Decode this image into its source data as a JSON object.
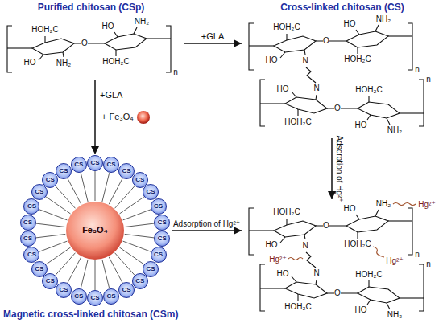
{
  "diagram": {
    "nodes": [
      {
        "text": [
          "Purified chitosan (CSp)",
          "HOH₂C",
          "HO",
          "NH₂",
          "O",
          "HO",
          "NH₂",
          "HOH₂C",
          "n"
        ]
      },
      {
        "text": [
          "Cross-linked chitosan (CS)",
          "HOH₂C",
          "HO",
          "N",
          "O",
          "HO",
          "NH₂",
          "HOH₂C",
          "n",
          "HOH₂C",
          "HO",
          "N",
          "O",
          "HO",
          "NH₂",
          "HOH₂C",
          "n"
        ]
      },
      {
        "text": [
          "Magnetic cross-linked chitosan (CSm)"
        ]
      },
      {
        "text": [
          "Fe₃O₄"
        ],
        "in": 2
      },
      {
        "text": [
          "CS"
        ],
        "in": 2
      },
      {
        "text": [
          "CS"
        ],
        "in": 2
      },
      {
        "text": [
          "CS"
        ],
        "in": 2
      },
      {
        "text": [
          "CS"
        ],
        "in": 2
      },
      {
        "text": [
          "CS"
        ],
        "in": 2
      },
      {
        "text": [
          "CS"
        ],
        "in": 2
      },
      {
        "text": [
          "CS"
        ],
        "in": 2
      },
      {
        "text": [
          "CS"
        ],
        "in": 2
      },
      {
        "text": [
          "CS"
        ],
        "in": 2
      },
      {
        "text": [
          "CS"
        ],
        "in": 2
      },
      {
        "text": [
          "CS"
        ],
        "in": 2
      },
      {
        "text": [
          "CS"
        ],
        "in": 2
      },
      {
        "text": [
          "CS"
        ],
        "in": 2
      },
      {
        "text": [
          "CS"
        ],
        "in": 2
      },
      {
        "text": [
          "CS"
        ],
        "in": 2
      },
      {
        "text": [
          "CS"
        ],
        "in": 2
      },
      {
        "text": [
          "CS"
        ],
        "in": 2
      },
      {
        "text": [
          "CS"
        ],
        "in": 2
      },
      {
        "text": [
          "CS"
        ],
        "in": 2
      },
      {
        "text": [
          "CS"
        ],
        "in": 2
      },
      {
        "text": [
          "CS"
        ],
        "in": 2
      },
      {
        "text": [
          "CS"
        ],
        "in": 2
      },
      {
        "text": [
          "CS"
        ],
        "in": 2
      },
      {
        "text": [
          "CS"
        ],
        "in": 2
      },
      {
        "text": [
          "CS"
        ],
        "in": 2
      },
      {
        "text": [
          "CS"
        ],
        "in": 2
      },
      {
        "text": [
          "HOH₂C",
          "HO",
          "N",
          "O",
          "HO",
          "NH₂",
          "HOH₂C",
          "n",
          "HOH₂C",
          "HO",
          "N",
          "O",
          "HO",
          "NH₂",
          "HOH₂C",
          "n",
          "Hg²⁺",
          "Hg²⁺",
          "Hg²⁺"
        ]
      }
    ],
    "edges": [
      {
        "from": 0,
        "to": 1,
        "arrow": "to",
        "label": "+GLA"
      },
      {
        "from": 0,
        "to": 2,
        "arrow": "to",
        "label": "+GLA"
      },
      {
        "from": 1,
        "to": 30,
        "arrow": "to",
        "label": "Adsorption of Hg²⁺"
      },
      {
        "from": 2,
        "to": 30,
        "arrow": "to",
        "label": "Adsorption of Hg²⁺"
      }
    ],
    "labels": [
      "+ Fe₃O₄"
    ]
  }
}
